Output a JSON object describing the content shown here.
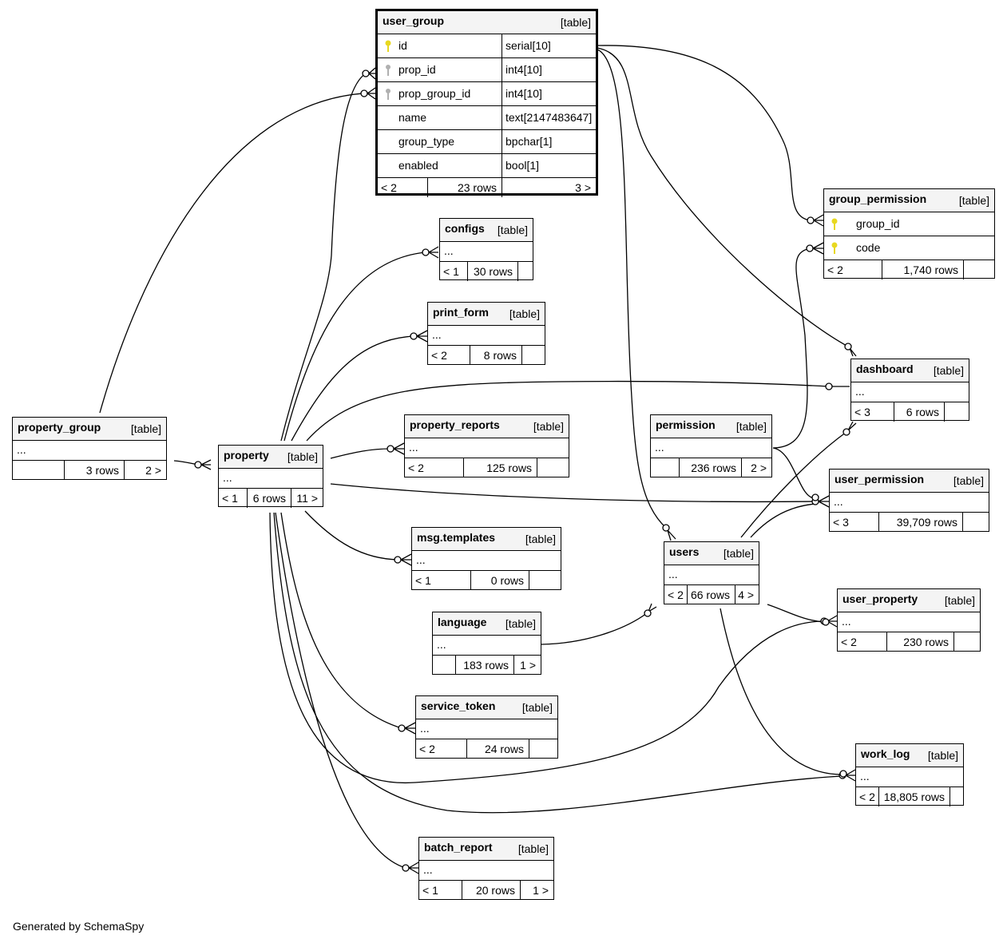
{
  "generator": "Generated by SchemaSpy",
  "colors": {
    "primary_key": "#e8d820",
    "foreign_key": "#b0b0b0",
    "header_bg": "#f4f4f4"
  },
  "tables": {
    "user_group": {
      "name": "user_group",
      "type": "[table]",
      "columns": [
        {
          "name": "id",
          "dtype": "serial[10]",
          "key": "primary"
        },
        {
          "name": "prop_id",
          "dtype": "int4[10]",
          "key": "foreign"
        },
        {
          "name": "prop_group_id",
          "dtype": "int4[10]",
          "key": "foreign"
        },
        {
          "name": "name",
          "dtype": "text[2147483647]",
          "key": ""
        },
        {
          "name": "group_type",
          "dtype": "bpchar[1]",
          "key": ""
        },
        {
          "name": "enabled",
          "dtype": "bool[1]",
          "key": ""
        }
      ],
      "parents": "< 2",
      "rows": "23 rows",
      "children": "3 >"
    },
    "group_permission": {
      "name": "group_permission",
      "type": "[table]",
      "columns": [
        {
          "name": "group_id",
          "key": "primary"
        },
        {
          "name": "code",
          "key": "primary"
        }
      ],
      "parents": "< 2",
      "rows": "1,740 rows",
      "children": ""
    },
    "configs": {
      "name": "configs",
      "type": "[table]",
      "ellipsis": "...",
      "parents": "< 1",
      "rows": "30 rows",
      "children": ""
    },
    "print_form": {
      "name": "print_form",
      "type": "[table]",
      "ellipsis": "...",
      "parents": "< 2",
      "rows": "8 rows",
      "children": ""
    },
    "dashboard": {
      "name": "dashboard",
      "type": "[table]",
      "ellipsis": "...",
      "parents": "< 3",
      "rows": "6 rows",
      "children": ""
    },
    "property_group": {
      "name": "property_group",
      "type": "[table]",
      "ellipsis": "...",
      "parents": "",
      "rows": "3 rows",
      "children": "2 >"
    },
    "property": {
      "name": "property",
      "type": "[table]",
      "ellipsis": "...",
      "parents": "< 1",
      "rows": "6 rows",
      "children": "11 >"
    },
    "property_reports": {
      "name": "property_reports",
      "type": "[table]",
      "ellipsis": "...",
      "parents": "< 2",
      "rows": "125 rows",
      "children": ""
    },
    "permission": {
      "name": "permission",
      "type": "[table]",
      "ellipsis": "...",
      "parents": "",
      "rows": "236 rows",
      "children": "2 >"
    },
    "user_permission": {
      "name": "user_permission",
      "type": "[table]",
      "ellipsis": "...",
      "parents": "< 3",
      "rows": "39,709 rows",
      "children": ""
    },
    "msg_templates": {
      "name": "msg.templates",
      "type": "[table]",
      "ellipsis": "...",
      "parents": "< 1",
      "rows": "0 rows",
      "children": ""
    },
    "users": {
      "name": "users",
      "type": "[table]",
      "ellipsis": "...",
      "parents": "< 2",
      "rows": "66 rows",
      "children": "4 >"
    },
    "user_property": {
      "name": "user_property",
      "type": "[table]",
      "ellipsis": "...",
      "parents": "< 2",
      "rows": "230 rows",
      "children": ""
    },
    "language": {
      "name": "language",
      "type": "[table]",
      "ellipsis": "...",
      "parents": "",
      "rows": "183 rows",
      "children": "1 >"
    },
    "service_token": {
      "name": "service_token",
      "type": "[table]",
      "ellipsis": "...",
      "parents": "< 2",
      "rows": "24 rows",
      "children": ""
    },
    "work_log": {
      "name": "work_log",
      "type": "[table]",
      "ellipsis": "...",
      "parents": "< 2",
      "rows": "18,805 rows",
      "children": ""
    },
    "batch_report": {
      "name": "batch_report",
      "type": "[table]",
      "ellipsis": "...",
      "parents": "< 1",
      "rows": "20 rows",
      "children": "1 >"
    }
  }
}
